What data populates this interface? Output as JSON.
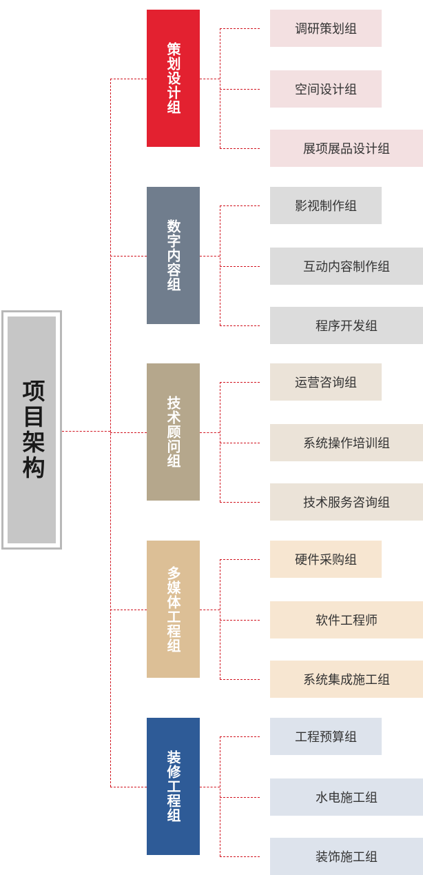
{
  "root": {
    "label": "项目架构",
    "color": "#c6c6c6"
  },
  "connector_color": "#d0101c",
  "groups": [
    {
      "label": "策划设计组",
      "color": "#e32130",
      "item_color": "#f3e0e1",
      "items": [
        "调研策划组",
        "空间设计组",
        "展项展品设计组"
      ]
    },
    {
      "label": "数字内容组",
      "color": "#707d8d",
      "item_color": "#dcdcdc",
      "items": [
        "影视制作组",
        "互动内容制作组",
        "程序开发组"
      ]
    },
    {
      "label": "技术顾问组",
      "color": "#b5a78c",
      "item_color": "#ebe3d8",
      "items": [
        "运营咨询组",
        "系统操作培训组",
        "技术服务咨询组"
      ]
    },
    {
      "label": "多媒体工程组",
      "color": "#dcbf96",
      "item_color": "#f7e6d1",
      "items": [
        "硬件采购组",
        "软件工程师",
        "系统集成施工组"
      ]
    },
    {
      "label": "装修工程组",
      "color": "#2e5b97",
      "item_color": "#dde3ec",
      "items": [
        "工程预算组",
        "水电施工组",
        "装饰施工组"
      ]
    }
  ]
}
